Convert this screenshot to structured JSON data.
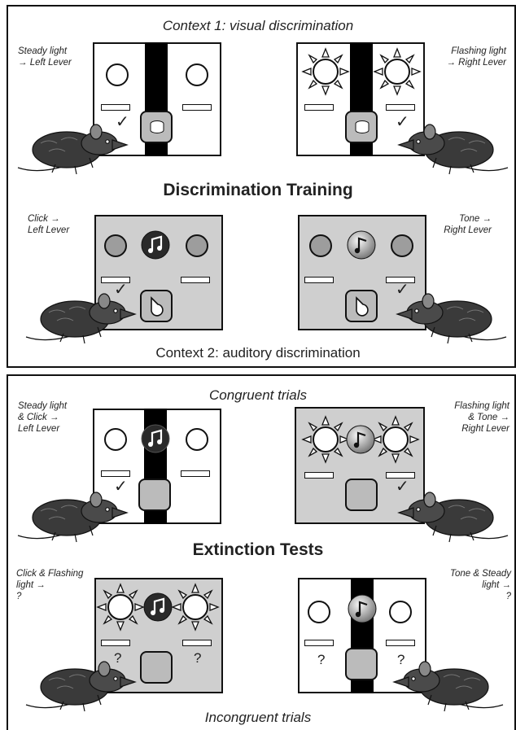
{
  "top_panel": {
    "context1_label": "Context 1: visual discrimination",
    "main_title": "Discrimination Training",
    "context2_label": "Context 2: auditory discrimination",
    "labels": {
      "steady_left": "Steady light\n→ Left Lever",
      "flashing_right": "Flashing light\n→ Right Lever",
      "click_left": "Click →\nLeft Lever",
      "tone_right": "Tone →\nRight Lever"
    }
  },
  "bottom_panel": {
    "congruent_label": "Congruent trials",
    "main_title": "Extinction Tests",
    "incongruent_label": "Incongruent trials",
    "labels": {
      "steady_click_left": "Steady light\n& Click →\nLeft Lever",
      "flashing_tone_right": "Flashing light\n& Tone →\nRight Lever",
      "click_flashing_q": "Click & Flashing\nlight →\n?",
      "tone_steady_q": "Tone & Steady\nlight →\n?"
    },
    "unknown_mark": "?"
  },
  "correct_mark": "✓",
  "icons": [
    "rat-icon",
    "music-note-icon",
    "food-pellet-icon",
    "water-drop-icon",
    "flashing-light-icon",
    "steady-light-icon"
  ]
}
